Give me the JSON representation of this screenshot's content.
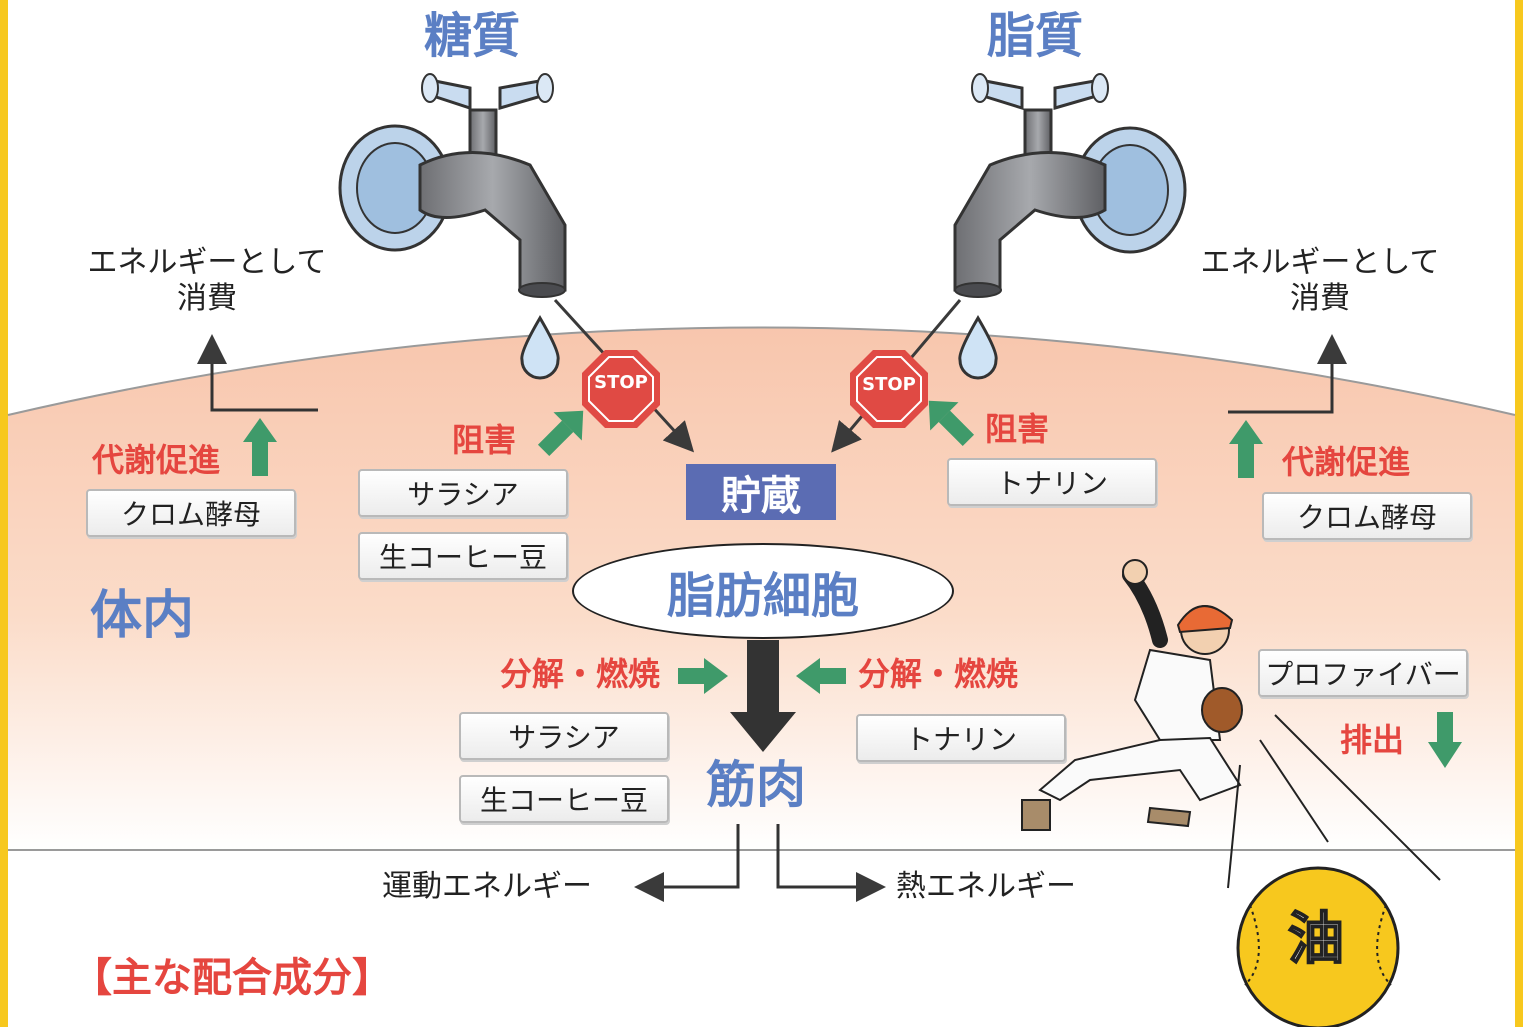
{
  "titles": {
    "sugar": "糖質",
    "lipid": "脂質"
  },
  "consume_left": {
    "line1": "エネルギーとして",
    "line2": "消費"
  },
  "consume_right": {
    "line1": "エネルギーとして",
    "line2": "消費"
  },
  "stop_label": "STOP",
  "inhibit_left": "阻害",
  "inhibit_right": "阻害",
  "metabolism_left": "代謝促進",
  "metabolism_right": "代謝促進",
  "chrom_left": "クロム酵母",
  "chrom_right": "クロム酵母",
  "salacia_top": "サラシア",
  "coffee_top": "生コーヒー豆",
  "tonalin_top": "トナリン",
  "storage": "貯蔵",
  "fat_cell": "脂肪細胞",
  "body_label": "体内",
  "breakdown_left": "分解・燃焼",
  "breakdown_right": "分解・燃焼",
  "salacia_bottom": "サラシア",
  "coffee_bottom": "生コーヒー豆",
  "tonalin_bottom": "トナリン",
  "muscle": "筋肉",
  "profiber": "プロファイバー",
  "excrete": "排出",
  "motion_energy": "運動エネルギー",
  "heat_energy": "熱エネルギー",
  "oil_char": "油",
  "main_ingredients": "【主な配合成分】",
  "colors": {
    "frame": "#f7c81e",
    "body_top": "#f9c9b4",
    "title_blue": "#5b7fc4",
    "accent_red": "#e5463f",
    "arrow_green": "#3f9a6a",
    "stop_red": "#e04a44",
    "store_bg": "#5b6cb3"
  }
}
